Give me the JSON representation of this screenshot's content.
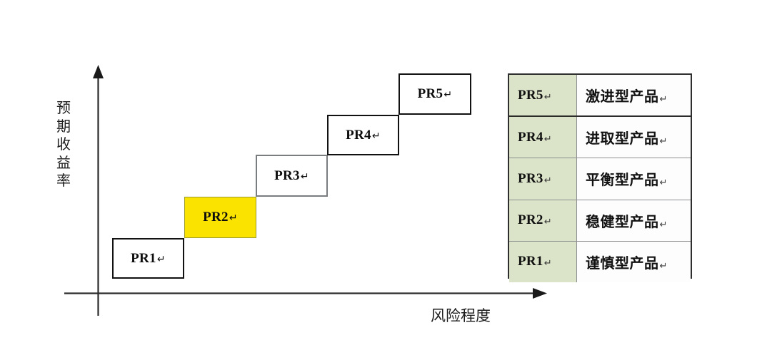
{
  "axes": {
    "y_label": "预期收益率",
    "x_label": "风险程度",
    "y_arrow_icon": "up-arrow-icon",
    "x_arrow_icon": "right-arrow-icon"
  },
  "staircase": {
    "steps": [
      {
        "code": "PR1",
        "mark": "↵",
        "style": "dark",
        "highlighted": false
      },
      {
        "code": "PR2",
        "mark": "↵",
        "style": "yellow",
        "highlighted": true
      },
      {
        "code": "PR3",
        "mark": "↵",
        "style": "gray",
        "highlighted": false
      },
      {
        "code": "PR4",
        "mark": "↵",
        "style": "dark",
        "highlighted": false
      },
      {
        "code": "PR5",
        "mark": "↵",
        "style": "dark",
        "highlighted": false
      }
    ]
  },
  "legend_table": {
    "rows": [
      {
        "code": "PR5",
        "code_mark": "↵",
        "name": "激进型产品",
        "name_mark": "↵"
      },
      {
        "code": "PR4",
        "code_mark": "↵",
        "name": "进取型产品",
        "name_mark": "↵"
      },
      {
        "code": "PR3",
        "code_mark": "↵",
        "name": "平衡型产品",
        "name_mark": "↵"
      },
      {
        "code": "PR2",
        "code_mark": "↵",
        "name": "稳健型产品",
        "name_mark": "↵"
      },
      {
        "code": "PR1",
        "code_mark": "↵",
        "name": "谨慎型产品",
        "name_mark": "↵"
      }
    ]
  },
  "colors": {
    "highlight_yellow": "#FBE300",
    "table_code_green": "#DBE3C8",
    "axis_black": "#2B2B2B",
    "step_gray": "#7A7D80"
  },
  "chart_data": {
    "type": "bar",
    "title": "",
    "xlabel": "风险程度",
    "ylabel": "预期收益率",
    "categories": [
      "PR1",
      "PR2",
      "PR3",
      "PR4",
      "PR5"
    ],
    "values": [
      1,
      2,
      3,
      4,
      5
    ],
    "grid": false,
    "legend": "right",
    "annotations": [
      "PR2 highlighted in yellow"
    ]
  }
}
